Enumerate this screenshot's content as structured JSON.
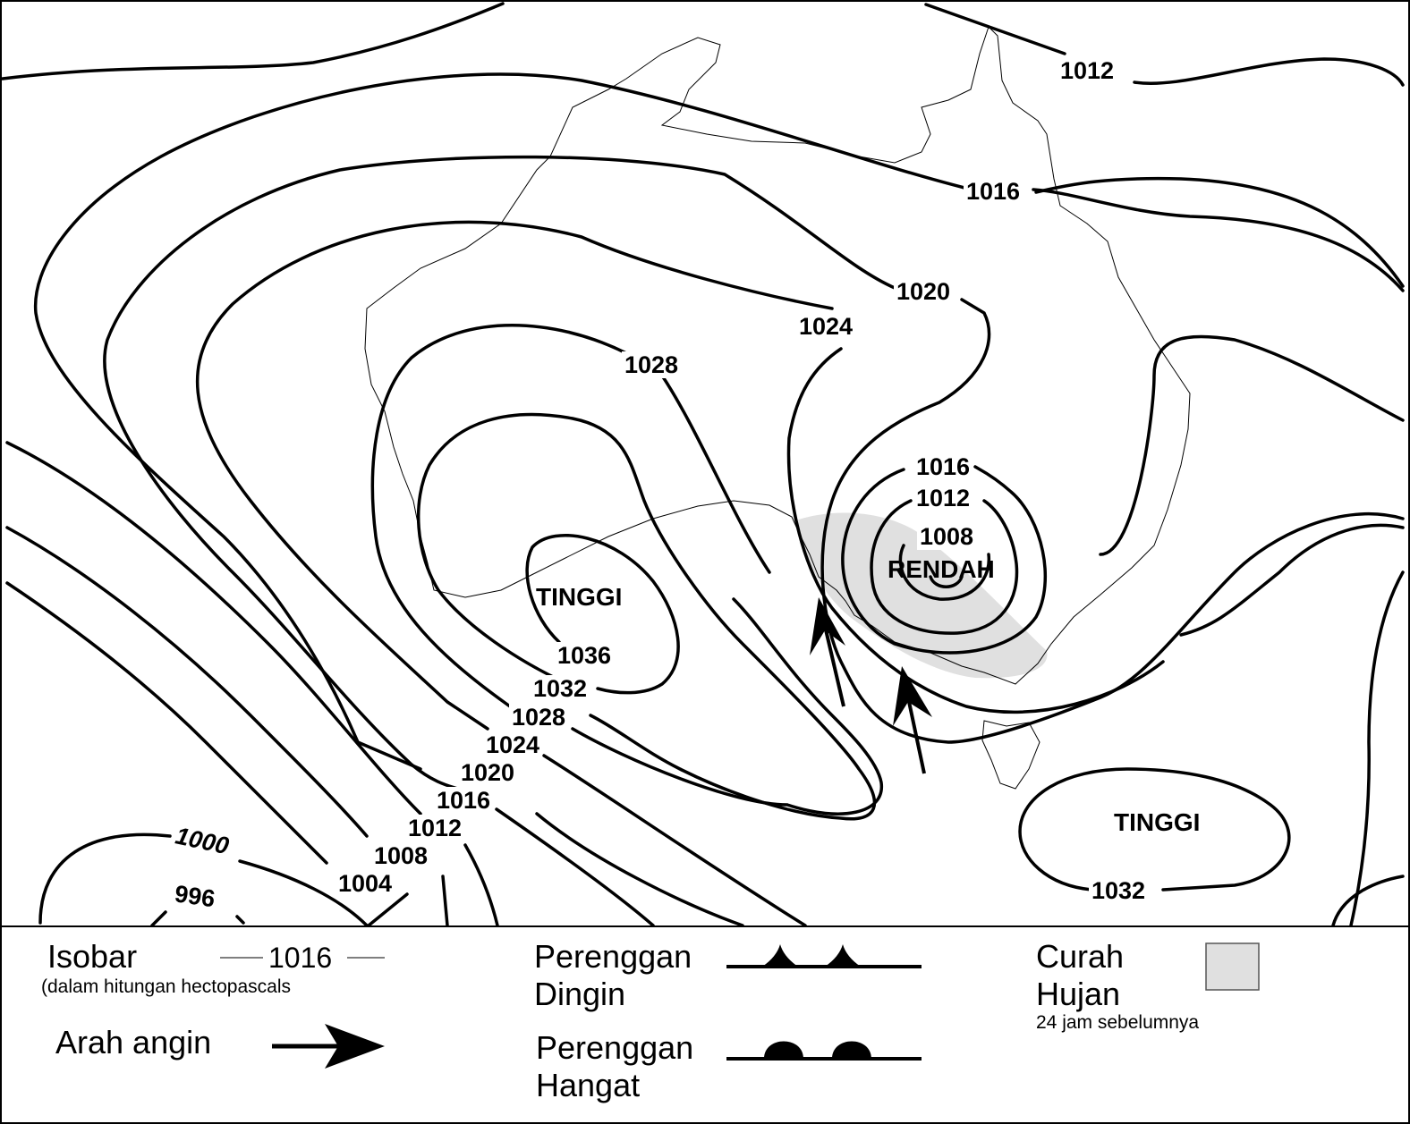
{
  "map": {
    "isobar_labels": [
      "1012",
      "1016",
      "1020",
      "1024",
      "1028",
      "1016",
      "1012",
      "1008",
      "1036",
      "1032",
      "1028",
      "1024",
      "1020",
      "1016",
      "1012",
      "1008",
      "1004",
      "1000",
      "996",
      "1032"
    ],
    "pressure_systems": [
      "TINGGI",
      "RENDAH",
      "TINGGI"
    ],
    "colors": {
      "rain_area": "#e0e0e0",
      "lines": "#000000"
    }
  },
  "legend": {
    "isobar_label": "Isobar",
    "isobar_example": "1016",
    "isobar_note": "(dalam hitungan hectopascals",
    "wind_label": "Arah angin",
    "cold_front_line1": "Perenggan",
    "cold_front_line2": "Dingin",
    "warm_front_line1": "Perenggan",
    "warm_front_line2": "Hangat",
    "rain_line1": "Curah",
    "rain_line2": "Hujan",
    "rain_note": "24 jam sebelumnya"
  }
}
